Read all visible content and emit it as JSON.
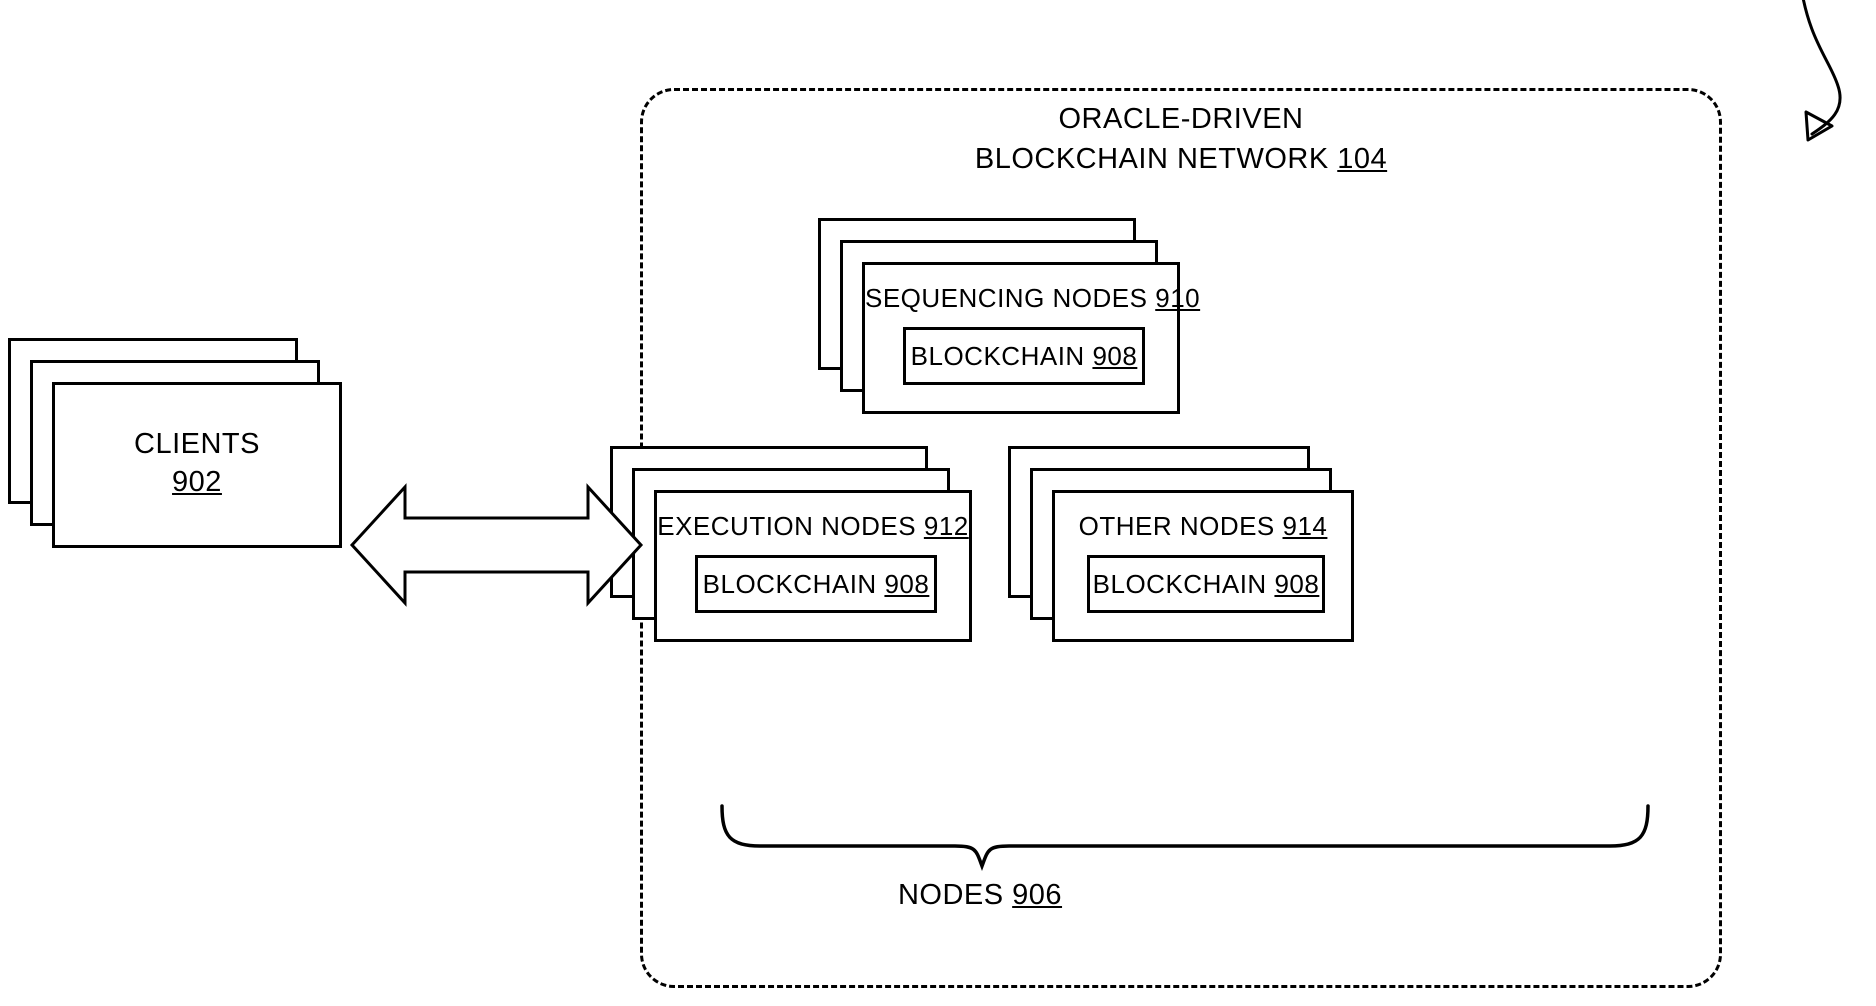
{
  "figure": {
    "type": "patent-block-diagram",
    "background_color": "#ffffff",
    "line_color": "#000000"
  },
  "network": {
    "title_line1": "Oracle-Driven",
    "title_line2": "Blockchain Network",
    "title_ref": "104",
    "border_style": "dashed-rounded-rectangle"
  },
  "clients": {
    "label": "Clients",
    "ref": "902",
    "stack_count": 3
  },
  "sequencing": {
    "label": "Sequencing Nodes",
    "ref": "910",
    "stack_count": 3,
    "inner": {
      "label": "Blockchain",
      "ref": "908"
    }
  },
  "execution": {
    "label": "Execution Nodes",
    "ref": "912",
    "stack_count": 3,
    "inner": {
      "label": "Blockchain",
      "ref": "908"
    }
  },
  "other": {
    "label": "Other Nodes",
    "ref": "914",
    "stack_count": 3,
    "inner": {
      "label": "Blockchain",
      "ref": "908"
    }
  },
  "nodes_group": {
    "label": "Nodes",
    "ref": "906",
    "brace": "curly-brace-down"
  },
  "connector": {
    "kind": "double-headed-arrow",
    "from": "clients",
    "to": "network"
  },
  "callout": {
    "kind": "lead-line-arrow",
    "position": "top-right"
  }
}
